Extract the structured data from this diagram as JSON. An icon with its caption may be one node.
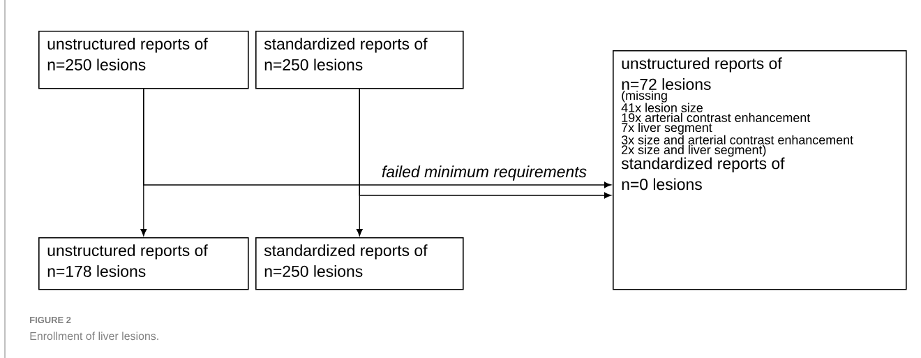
{
  "diagram": {
    "caption": "Enrollment of liver lesions.",
    "nodes": [
      {
        "text": [
          "unstructured reports of n=250 lesions"
        ]
      },
      {
        "text": [
          "standardized reports of n=250 lesions"
        ]
      },
      {
        "text": [
          "unstructured reports of n=72 lesions",
          "(missing",
          "41x lesion size",
          "19x arterial contrast enhancement",
          "7x liver segment",
          "3x size and arterial contrast enhancement",
          "2x size and liver segment)",
          "standardized reports of n=0 lesions"
        ]
      },
      {
        "text": [
          "unstructured reports of n=178 lesions"
        ]
      },
      {
        "text": [
          "standardized reports of n=250 lesions"
        ]
      }
    ],
    "edges": [
      {
        "from": 0,
        "to": 3,
        "arrow": "to"
      },
      {
        "from": 1,
        "to": 4,
        "arrow": "to"
      },
      {
        "from": 0,
        "to": 2,
        "arrow": "to",
        "label": "failed minimum requirements"
      },
      {
        "from": 1,
        "to": 2,
        "arrow": "to"
      }
    ],
    "labels": [
      "FIGURE 2"
    ]
  }
}
